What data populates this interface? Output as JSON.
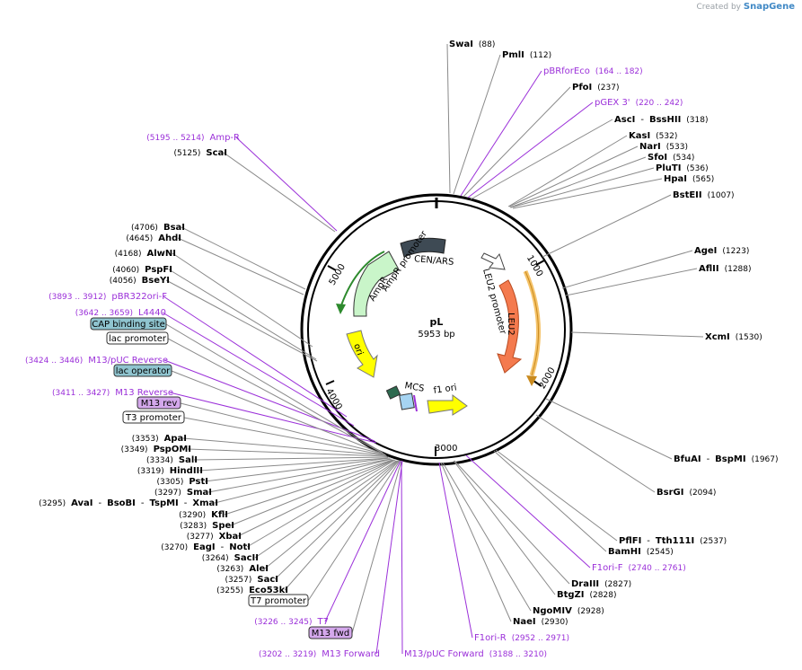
{
  "brand": {
    "prefix": "Created by",
    "name": "SnapGene"
  },
  "plasmid": {
    "name": "pL",
    "length": "5953 bp"
  },
  "ticks": [
    "1000",
    "2000",
    "3000",
    "4000",
    "5000"
  ],
  "features": {
    "cen_ars": "CEN/ARS",
    "leu2_promoter": "LEU2 promoter",
    "leu2": "LEU2",
    "ampr_promoter": "AmpR promoter",
    "ampr": "AmpR",
    "ori": "ori",
    "mcs": "MCS",
    "f1_ori": "f1 ori"
  },
  "right_labels": [
    {
      "id": "swai",
      "name": "SwaI",
      "num": "(88)",
      "color": "#000000",
      "bold": true
    },
    {
      "id": "pmli",
      "name": "PmlI",
      "num": "(112)",
      "color": "#000000",
      "bold": true
    },
    {
      "id": "pbrforeco",
      "name": "pBRforEco",
      "num": "(164 .. 182)",
      "color": "#9b30d9",
      "bold": false
    },
    {
      "id": "pfoi",
      "name": "PfoI",
      "num": "(237)",
      "color": "#000000",
      "bold": true
    },
    {
      "id": "pgex3",
      "name": "pGEX 3'",
      "num": "(220 .. 242)",
      "color": "#9b30d9",
      "bold": false
    },
    {
      "id": "asci",
      "name": "AscI",
      "sep": "-",
      "name2": "BssHII",
      "num": "(318)",
      "color": "#000000",
      "bold": true
    },
    {
      "id": "kasi",
      "name": "KasI",
      "num": "(532)",
      "color": "#000000",
      "bold": true
    },
    {
      "id": "nari",
      "name": "NarI",
      "num": "(533)",
      "color": "#000000",
      "bold": true
    },
    {
      "id": "sfoi",
      "name": "SfoI",
      "num": "(534)",
      "color": "#000000",
      "bold": true
    },
    {
      "id": "pluti",
      "name": "PluTI",
      "num": "(536)",
      "color": "#000000",
      "bold": true
    },
    {
      "id": "hpai",
      "name": "HpaI",
      "num": "(565)",
      "color": "#000000",
      "bold": true
    },
    {
      "id": "bsteii",
      "name": "BstEII",
      "num": "(1007)",
      "color": "#000000",
      "bold": true
    },
    {
      "id": "agei",
      "name": "AgeI",
      "num": "(1223)",
      "color": "#000000",
      "bold": true
    },
    {
      "id": "aflii",
      "name": "AflII",
      "num": "(1288)",
      "color": "#000000",
      "bold": true
    },
    {
      "id": "xcmi",
      "name": "XcmI",
      "num": "(1530)",
      "color": "#000000",
      "bold": true
    },
    {
      "id": "bfuai",
      "name": "BfuAI",
      "sep": "-",
      "name2": "BspMI",
      "num": "(1967)",
      "color": "#000000",
      "bold": true
    },
    {
      "id": "bsrgi",
      "name": "BsrGI",
      "num": "(2094)",
      "color": "#000000",
      "bold": true
    },
    {
      "id": "pflfi",
      "name": "PflFI",
      "sep": "-",
      "name2": "Tth111I",
      "num": "(2537)",
      "color": "#000000",
      "bold": true
    },
    {
      "id": "bamhi",
      "name": "BamHI",
      "num": "(2545)",
      "color": "#000000",
      "bold": true
    },
    {
      "id": "f1orif",
      "name": "F1ori-F",
      "num": "(2740 .. 2761)",
      "color": "#9b30d9",
      "bold": false
    },
    {
      "id": "draiii",
      "name": "DraIII",
      "num": "(2827)",
      "color": "#000000",
      "bold": true
    },
    {
      "id": "btgzi",
      "name": "BtgZI",
      "num": "(2828)",
      "color": "#000000",
      "bold": true
    },
    {
      "id": "ngomiv",
      "name": "NgoMIV",
      "num": "(2928)",
      "color": "#000000",
      "bold": true
    },
    {
      "id": "naei",
      "name": "NaeI",
      "num": "(2930)",
      "color": "#000000",
      "bold": true
    },
    {
      "id": "f1orir",
      "name": "F1ori-R",
      "num": "(2952 .. 2971)",
      "color": "#9b30d9",
      "bold": false
    },
    {
      "id": "m13pucfwd",
      "name": "M13/pUC Forward",
      "num": "(3188 .. 3210)",
      "color": "#9b30d9",
      "bold": false
    }
  ],
  "left_labels": [
    {
      "id": "ampr_primer",
      "name": "Amp-R",
      "num": "(5195 .. 5214)",
      "color": "#9b30d9",
      "bold": false
    },
    {
      "id": "scai",
      "name": "ScaI",
      "num": "(5125)",
      "color": "#000000",
      "bold": true
    },
    {
      "id": "bsai",
      "name": "BsaI",
      "num": "(4706)",
      "color": "#000000",
      "bold": true
    },
    {
      "id": "ahdi",
      "name": "AhdI",
      "num": "(4645)",
      "color": "#000000",
      "bold": true
    },
    {
      "id": "alwni",
      "name": "AlwNI",
      "num": "(4168)",
      "color": "#000000",
      "bold": true
    },
    {
      "id": "pspfi",
      "name": "PspFI",
      "num": "(4060)",
      "color": "#000000",
      "bold": true
    },
    {
      "id": "bseyi",
      "name": "BseYI",
      "num": "(4056)",
      "color": "#000000",
      "bold": true
    },
    {
      "id": "pbr322orif",
      "name": "pBR322ori-F",
      "num": "(3893 .. 3912)",
      "color": "#9b30d9",
      "bold": false
    },
    {
      "id": "l4440",
      "name": "L4440",
      "num": "(3642 .. 3659)",
      "color": "#9b30d9",
      "bold": false
    },
    {
      "id": "m13pucrev",
      "name": "M13/pUC Reverse",
      "num": "(3424 .. 3446)",
      "color": "#9b30d9",
      "bold": false
    },
    {
      "id": "m13reverse",
      "name": "M13 Reverse",
      "num": "(3411 .. 3427)",
      "color": "#9b30d9",
      "bold": false
    },
    {
      "id": "apai",
      "name": "ApaI",
      "num": "(3353)",
      "color": "#000000",
      "bold": true
    },
    {
      "id": "pspomi",
      "name": "PspOMI",
      "num": "(3349)",
      "color": "#000000",
      "bold": true
    },
    {
      "id": "sali",
      "name": "SalI",
      "num": "(3334)",
      "color": "#000000",
      "bold": true
    },
    {
      "id": "hindiii",
      "name": "HindIII",
      "num": "(3319)",
      "color": "#000000",
      "bold": true
    },
    {
      "id": "psti",
      "name": "PstI",
      "num": "(3305)",
      "color": "#000000",
      "bold": true
    },
    {
      "id": "smai",
      "name": "SmaI",
      "num": "(3297)",
      "color": "#000000",
      "bold": true
    },
    {
      "id": "avai",
      "name": "AvaI",
      "sep": "-",
      "name2": "BsoBI",
      "sep2": "-",
      "name3": "TspMI",
      "sep3": "-",
      "name4": "XmaI",
      "num": "(3295)",
      "color": "#000000",
      "bold": true
    },
    {
      "id": "kfli",
      "name": "KflI",
      "num": "(3290)",
      "color": "#000000",
      "bold": true
    },
    {
      "id": "spei",
      "name": "SpeI",
      "num": "(3283)",
      "color": "#000000",
      "bold": true
    },
    {
      "id": "xbai",
      "name": "XbaI",
      "num": "(3277)",
      "color": "#000000",
      "bold": true
    },
    {
      "id": "eagi",
      "name": "EagI",
      "sep": "-",
      "name2": "NotI",
      "num": "(3270)",
      "color": "#000000",
      "bold": true
    },
    {
      "id": "sacii",
      "name": "SacII",
      "num": "(3264)",
      "color": "#000000",
      "bold": true
    },
    {
      "id": "alei",
      "name": "AleI",
      "num": "(3263)",
      "color": "#000000",
      "bold": true
    },
    {
      "id": "saci",
      "name": "SacI",
      "num": "(3257)",
      "color": "#000000",
      "bold": true
    },
    {
      "id": "eco53ki",
      "name": "Eco53kI",
      "num": "(3255)",
      "color": "#000000",
      "bold": true
    },
    {
      "id": "t7",
      "name": "T7",
      "num": "(3226 .. 3245)",
      "color": "#9b30d9",
      "bold": false
    },
    {
      "id": "m13forward",
      "name": "M13 Forward",
      "num": "(3202 .. 3219)",
      "color": "#9b30d9",
      "bold": false
    }
  ],
  "boxes": [
    {
      "id": "cap",
      "text": "CAP binding site",
      "fill": "#8fc4cf"
    },
    {
      "id": "lacprom",
      "text": "lac promoter",
      "fill": "#ffffff"
    },
    {
      "id": "lacop",
      "text": "lac operator",
      "fill": "#8fc4cf"
    },
    {
      "id": "m13rev",
      "text": "M13 rev",
      "fill": "#d4a8ec"
    },
    {
      "id": "t3prom",
      "text": "T3 promoter",
      "fill": "#ffffff"
    },
    {
      "id": "t7prom",
      "text": "T7 promoter",
      "fill": "#ffffff"
    },
    {
      "id": "m13fwd",
      "text": "M13 fwd",
      "fill": "#d4a8ec"
    }
  ]
}
